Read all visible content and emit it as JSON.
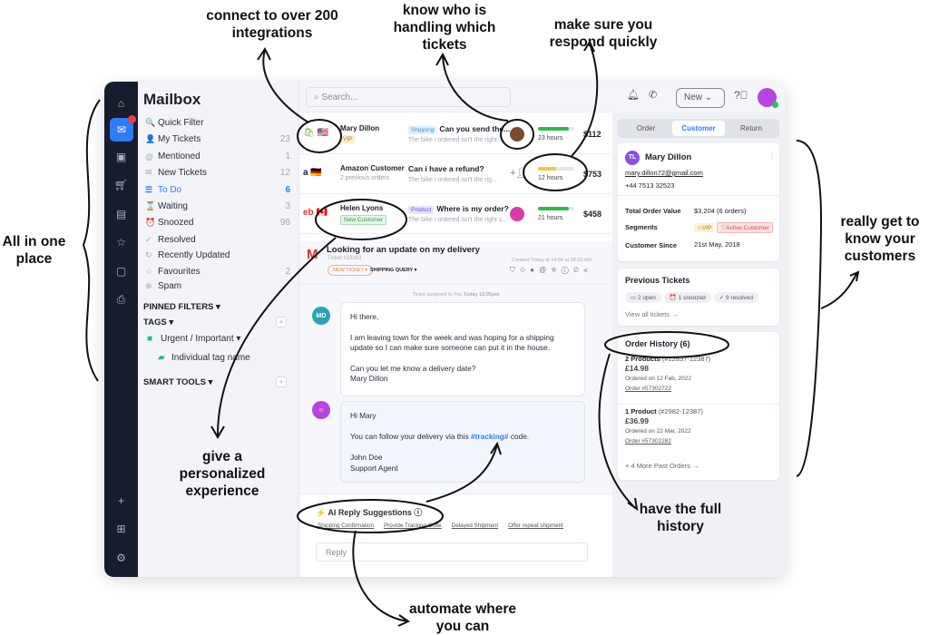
{
  "annotations": {
    "integrations": "connect to over 200 integrations",
    "handling": "know who is handling which tickets",
    "respond": "make sure you respond quickly",
    "all_in_one": "All in one place",
    "customers": "really get to know your customers",
    "personalized": "give a personalized experience",
    "history": "have the full history",
    "automate": "automate where you can"
  },
  "rail": {
    "icons": [
      "home-icon",
      "mail-icon",
      "reports-icon",
      "cart-icon",
      "chat-icon",
      "star-icon",
      "contacts-icon",
      "inbox-icon"
    ],
    "bottom_icons": [
      "add-user-icon",
      "apps-icon",
      "settings-icon"
    ]
  },
  "nav": {
    "title": "Mailbox",
    "items": [
      {
        "label": "Quick Filter",
        "count": "",
        "icon": "🔍"
      },
      {
        "label": "My Tickets",
        "count": "23",
        "icon": "👤"
      },
      {
        "label": "Mentioned",
        "count": "1",
        "icon": "@"
      },
      {
        "label": "New Tickets",
        "count": "12",
        "icon": "✉"
      },
      {
        "label": "To Do",
        "count": "6",
        "icon": "☰"
      },
      {
        "label": "Waiting",
        "count": "3",
        "icon": "⌛"
      },
      {
        "label": "Snoozed",
        "count": "98",
        "icon": "⏰"
      },
      {
        "label": "Resolved",
        "count": "",
        "icon": "✓"
      },
      {
        "label": "Recently Updated",
        "count": "",
        "icon": "↻"
      },
      {
        "label": "Favourites",
        "count": "2",
        "icon": "☆"
      },
      {
        "label": "Spam",
        "count": "",
        "icon": "⊗"
      }
    ],
    "pinned": "PINNED FILTERS",
    "tags": "TAGS",
    "tag_folder": "Urgent / Important",
    "tag_item": "Individual tag name",
    "smart_tools": "SMART TOOLS"
  },
  "search": {
    "placeholder": "Search..."
  },
  "header": {
    "new_button": "New"
  },
  "tickets": [
    {
      "name": "Mary Dillon",
      "sub": "VIP",
      "tag": "Shipping",
      "subject": "Can you send the...",
      "preview": "The bike i ordered isn't the right...",
      "hours": "23 hours",
      "progress": 0.85,
      "bar_color": "#2fb94f",
      "amount": "$112"
    },
    {
      "name": "Amazon Customer",
      "sub": "2 previous orders",
      "tag": "",
      "subject": "Can i have a refund?",
      "preview": "The bike i ordered isn't the rig...",
      "hours": "12 hours",
      "progress": 0.5,
      "bar_color": "#f5c842",
      "amount": "$753"
    },
    {
      "name": "Helen Lyons",
      "sub": "New Customer",
      "tag": "Product",
      "subject": "Where is my order?",
      "preview": "The bike i ordered isn't the right s...",
      "hours": "21 hours",
      "progress": 0.85,
      "bar_color": "#2fb94f",
      "amount": "$458"
    }
  ],
  "detail": {
    "subject": "Looking for an update on my delivery",
    "ticket_no": "Ticket #19283",
    "created": "Created Today at 14:56 at 08:32 AM",
    "status": "NEW TICKET",
    "category": "SHIPPING QUERY",
    "assigned": "Ticket assigned to You",
    "assigned_time": "Today 12:05pm",
    "msg1": {
      "initials": "MD",
      "lines": [
        "Hi there,",
        "",
        "I am leaving town for the week and was hoping for a shipping update so I can make sure someone can put it in the house.",
        "",
        "Can you let me know a delivery date?",
        "Mary Dillon"
      ]
    },
    "msg2": {
      "greeting": "Hi Mary",
      "body_pre": "You can follow your delivery via this",
      "tracking": "#tracking#",
      "body_post": "code.",
      "sign1": "John Doe",
      "sign2": "Support Agent"
    },
    "ai_title": "AI Reply Suggestions",
    "suggestions": [
      "Shipping Confirmation",
      "Provide Tracking Code",
      "Delayed Shipment",
      "Offer repeat shipment"
    ],
    "reply_placeholder": "Reply"
  },
  "right": {
    "tabs": [
      "Order",
      "Customer",
      "Return"
    ],
    "active_tab": "Customer",
    "customer": {
      "initials": "TL",
      "name": "Mary Dillon",
      "email": "mary.dillon72@gmail.com",
      "phone": "+44 7513 32523",
      "tov_label": "Total Order Value",
      "tov": "$3,204 (6 orders)",
      "seg_label": "Segments",
      "seg1": "☆VIP",
      "seg2": "♡Active Customer",
      "since_label": "Customer Since",
      "since": "21st May, 2018"
    },
    "prev": {
      "title": "Previous Tickets",
      "open": "2 open",
      "snoozed": "1 snoozed",
      "resolved": "9 resolved",
      "link": "View all tickets →"
    },
    "orders": {
      "title": "Order History (6)",
      "items": [
        {
          "products": "2 Products",
          "range": "(#12837-12387)",
          "price": "£14.98",
          "date": "Ordered on 12 Feb, 2022",
          "order": "Order #57302722"
        },
        {
          "products": "1 Product",
          "range": "(#2982-12387)",
          "price": "£36.99",
          "date": "Ordered on 22 Mar, 2022",
          "order": "Order #57302282"
        }
      ],
      "more": "+ 4 More Past Orders →"
    }
  },
  "colors": {
    "accent": "#2f7cf6",
    "rail": "#171c2e"
  }
}
